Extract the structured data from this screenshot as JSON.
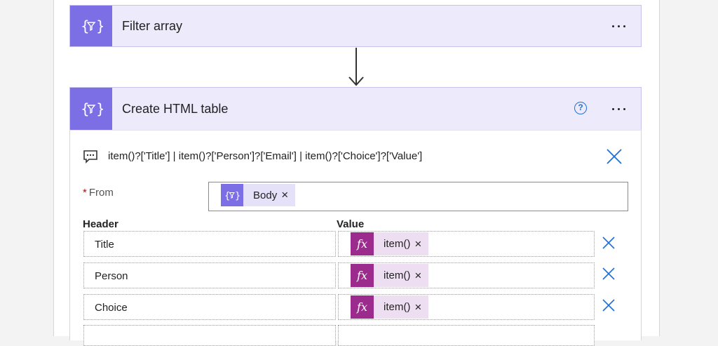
{
  "filter_card": {
    "title": "Filter array",
    "icon": "filter-array-icon"
  },
  "html_card": {
    "title": "Create HTML table",
    "help_glyph": "?",
    "icon": "filter-array-icon",
    "comment": "item()?['Title'] | item()?['Person']?['Email'] | item()?['Choice']?['Value']",
    "from": {
      "required_mark": "*",
      "label": "From",
      "token": "Body"
    },
    "columns": {
      "header_label": "Header",
      "value_label": "Value",
      "rows": [
        {
          "header": "Title",
          "value": "item()"
        },
        {
          "header": "Person",
          "value": "item()"
        },
        {
          "header": "Choice",
          "value": "item()"
        }
      ]
    }
  },
  "colors": {
    "accent_purple": "#7c6fe6",
    "header_bg": "#edebfb",
    "fx_magenta": "#9b2c8d",
    "link_blue": "#1e6fd9"
  },
  "glyphs": {
    "fx": "fx",
    "token_remove": "×"
  }
}
